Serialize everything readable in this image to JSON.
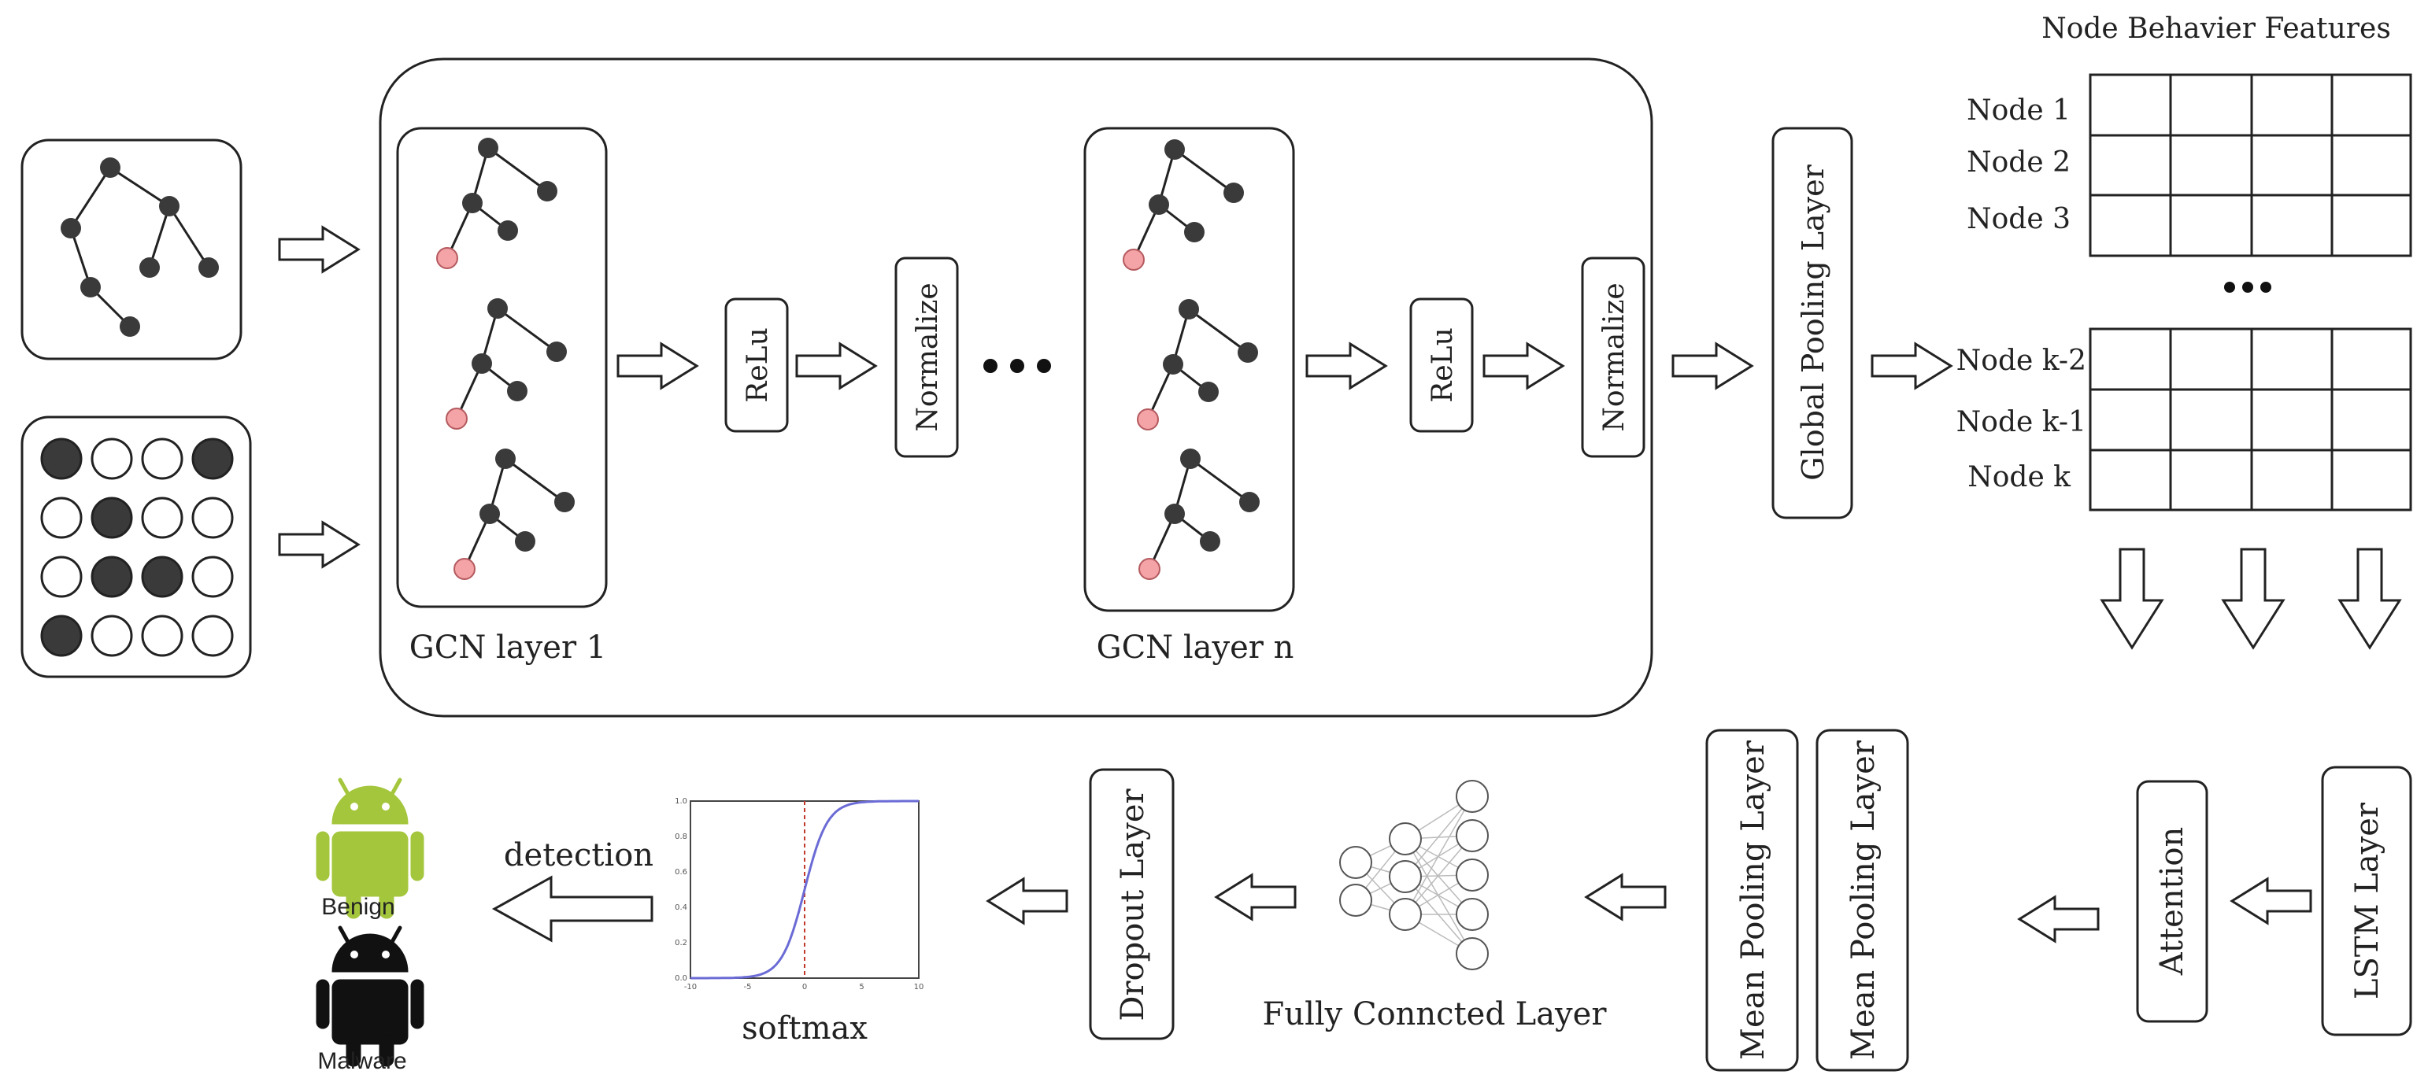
{
  "colors": {
    "stroke": "#222222",
    "node_dark": "#3a3a3a",
    "node_highlight": "#f4a3a6",
    "android_green": "#a4c63d",
    "android_black": "#111111",
    "sigmoid": "#6b6bd6",
    "sigmoid_marker": "#c0392b"
  },
  "gcn": {
    "layer1_label": "GCN layer 1",
    "layern_label": "GCN layer n",
    "relu_label": "ReLu",
    "normalize_label": "Normalize",
    "ellipsis": "•••"
  },
  "global_pooling_label": "Global Pooling Layer",
  "features": {
    "title": "Node Behavier Features",
    "top_rows": [
      "Node 1",
      "Node 2",
      "Node 3"
    ],
    "bottom_rows": [
      "Node k-2",
      "Node k-1",
      "Node k"
    ],
    "ellipsis": "•••"
  },
  "lstm_label": "LSTM Layer",
  "attention_label": "Attention",
  "mean_pooling_labels": [
    "Mean Pooling Layer",
    "Mean Pooling Layer"
  ],
  "fully_connected_label": "Fully Conncted Layer",
  "dropout_label": "Dropout Layer",
  "softmax": {
    "label": "softmax",
    "x_ticks": [
      "-10",
      "-5",
      "0",
      "5",
      "10"
    ],
    "y_ticks": [
      "0.0",
      "0.2",
      "0.4",
      "0.6",
      "0.8",
      "1.0"
    ]
  },
  "detection_label": "detection",
  "outputs": {
    "benign": "Benign",
    "malware": "Malware"
  },
  "adjacency_matrix": [
    [
      1,
      0,
      0,
      1
    ],
    [
      0,
      1,
      0,
      0
    ],
    [
      0,
      1,
      1,
      0
    ],
    [
      1,
      0,
      0,
      0
    ]
  ]
}
